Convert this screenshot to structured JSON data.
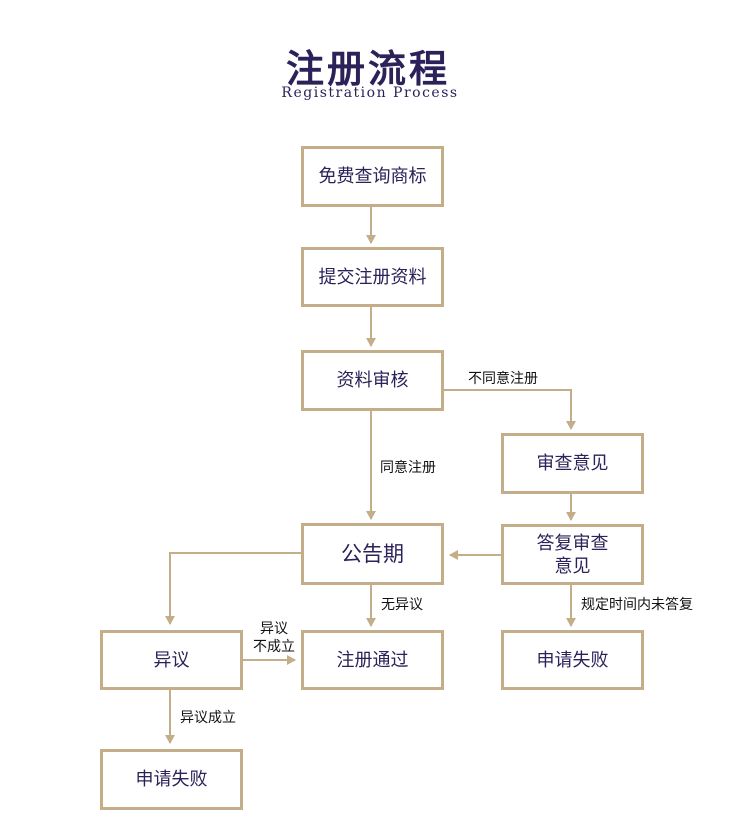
{
  "header": {
    "title": "注册流程",
    "subtitle": "Registration Process"
  },
  "nodes": {
    "free_search": "免费查询商标",
    "submit_docs": "提交注册资料",
    "doc_review": "资料审核",
    "review_opinion": "审查意见",
    "reply_review": "答复审查\n意见",
    "publication": "公告期",
    "objection": "异议",
    "registered": "注册通过",
    "apply_fail_right": "申请失败",
    "apply_fail_left": "申请失败"
  },
  "edge_labels": {
    "disagree": "不同意注册",
    "agree": "同意注册",
    "no_objection": "无异议",
    "objection_failed": "异议\n不成立",
    "objection_success": "异议成立",
    "no_reply": "规定时间内未答复"
  },
  "colors": {
    "title": "#2c2158",
    "border": "#c4ae89",
    "arrow": "#c4ae89",
    "label": "#111111"
  }
}
